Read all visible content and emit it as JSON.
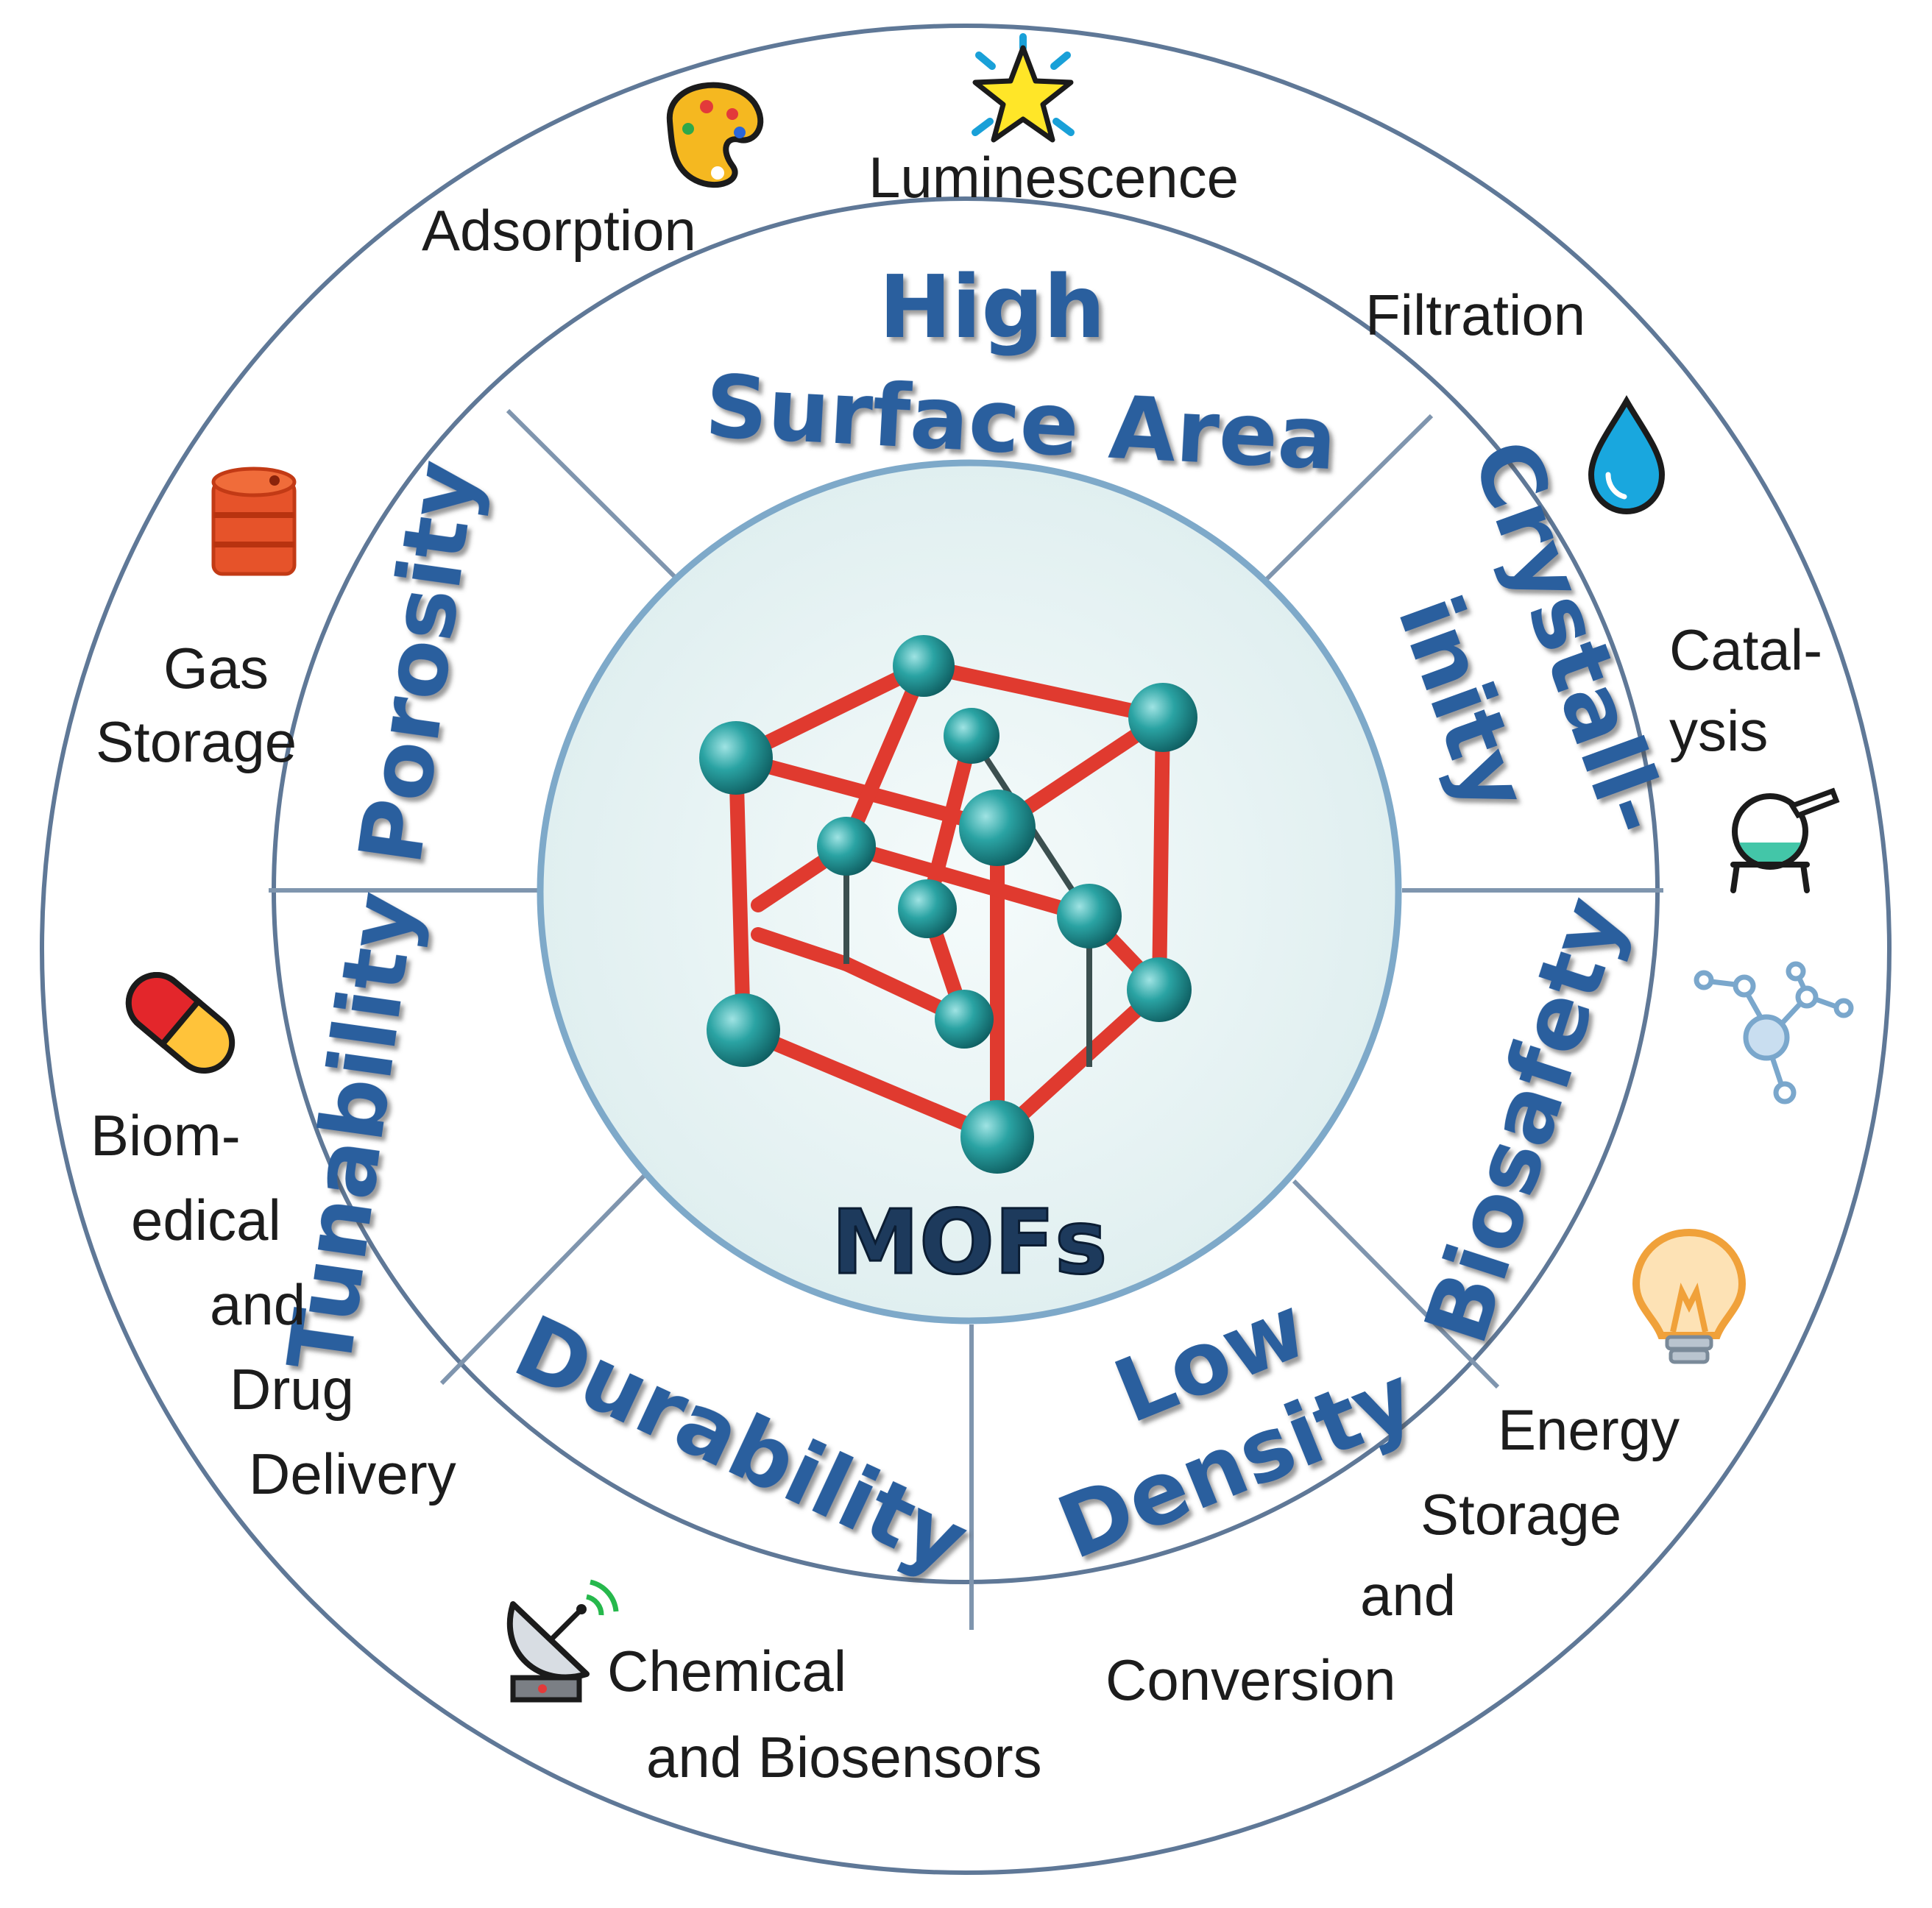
{
  "center": {
    "label": "MOFs"
  },
  "properties": [
    {
      "id": "surface-area",
      "lines": [
        "High",
        "Surface Area"
      ]
    },
    {
      "id": "crystallinity",
      "lines": [
        "Crystall-",
        "inity"
      ]
    },
    {
      "id": "biosafety",
      "lines": [
        "Biosafety"
      ]
    },
    {
      "id": "low-density",
      "lines": [
        "Low",
        "Density"
      ]
    },
    {
      "id": "durability",
      "lines": [
        "Durability"
      ]
    },
    {
      "id": "tunability-porosity",
      "lines": [
        "Tunability Porosity"
      ]
    }
  ],
  "applications": [
    {
      "id": "adsorption",
      "lines": [
        "Adsorption"
      ],
      "icon": "palette-icon"
    },
    {
      "id": "luminescence",
      "lines": [
        "Luminescence"
      ],
      "icon": "star-icon"
    },
    {
      "id": "filtration",
      "lines": [
        "Filtration"
      ],
      "icon": "droplet-icon"
    },
    {
      "id": "catalysis",
      "lines": [
        "Catal-",
        "ysis"
      ],
      "icon": "flask-icon"
    },
    {
      "id": "molecule",
      "lines": [],
      "icon": "molecule-icon"
    },
    {
      "id": "energy",
      "lines": [
        "Energy",
        "Storage",
        "and",
        "Conversion"
      ],
      "icon": "lightbulb-icon"
    },
    {
      "id": "sensors",
      "lines": [
        "Chemical",
        "and Biosensors"
      ],
      "icon": "satellite-dish-icon"
    },
    {
      "id": "biomedical",
      "lines": [
        "Biom-",
        "edical",
        "and",
        "Drug",
        "Delivery"
      ],
      "icon": "pill-icon"
    },
    {
      "id": "gas-storage",
      "lines": [
        "Gas",
        "Storage"
      ],
      "icon": "gas-barrel-icon"
    }
  ],
  "colors": {
    "ring_stroke": "#5f7897",
    "property_text": "#2c5f9e",
    "application_text": "#1c1c1c",
    "core_fill": "#e5f1f1",
    "core_stroke": "#7ea9c9",
    "node": "#2aa3a3",
    "linker": "#e03a2f"
  }
}
